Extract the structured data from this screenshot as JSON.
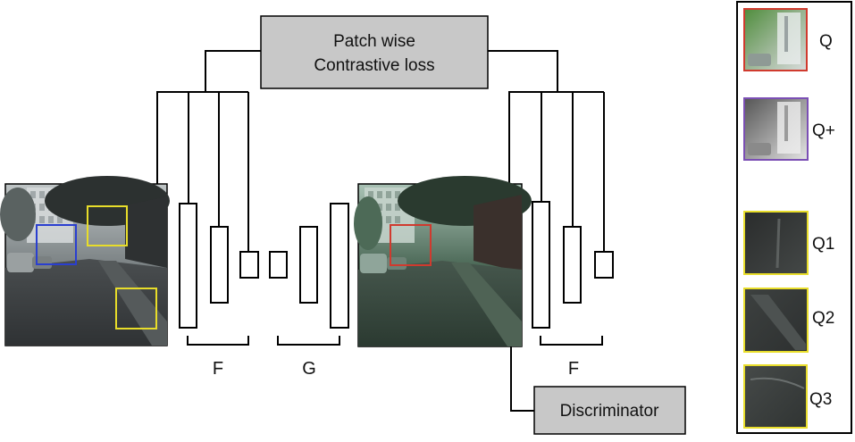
{
  "loss_box": {
    "line1": "Patch wise",
    "line2": "Contrastive loss"
  },
  "discriminator_label": "Discriminator",
  "labels": {
    "encoder_left": "F",
    "generator": "G",
    "encoder_right": "F"
  },
  "patch_panel": {
    "q": "Q",
    "q_plus": "Q+",
    "q1": "Q1",
    "q2": "Q2",
    "q3": "Q3"
  },
  "colors": {
    "box_fill": "#c8c8c8",
    "patch_q": "#d03a2e",
    "patch_q_plus": "#7b4fb4",
    "patch_negative": "#e8dd2a",
    "patch_input_blue": "#2a3fd0"
  }
}
